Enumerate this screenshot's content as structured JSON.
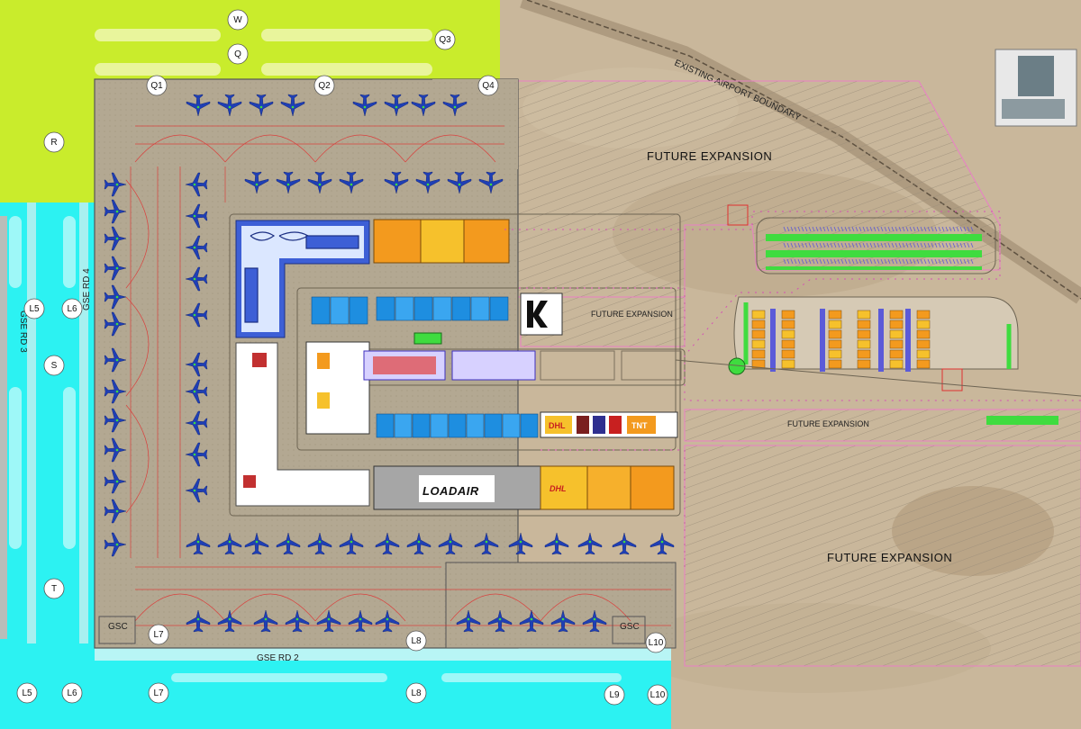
{
  "colors": {
    "desert": "#c9b79b",
    "green_apron": "#c9ec2c",
    "cyan_taxiway": "#2cf2f2",
    "apron_pavement": "#b6aa95",
    "aircraft": "#1f3fb5",
    "stand_line": "#e03030",
    "warehouse_orange": "#f39a1e",
    "warehouse_yellow": "#f6c12c",
    "warehouse_blue": "#1e90e0",
    "parking_green": "#3fdc3f"
  },
  "labels": {
    "future_expansion_1": "FUTURE EXPANSION",
    "future_expansion_2": "FUTURE EXPANSION",
    "future_expansion_3": "FUTURE EXPANSION",
    "future_expansion_4": "FUTURE EXPANSION",
    "airport_boundary": "EXISTING AIRPORT BOUNDARY",
    "gse_rd_2": "GSE RD 2",
    "gse_rd_3": "GSE RD 3",
    "gse_rd_4": "GSE RD 4",
    "gsc_left": "GSC",
    "gsc_right": "GSC",
    "loadair": "LOADAIR",
    "dhl_1": "DHL",
    "dhl_2": "DHL",
    "tnt": "TNT"
  },
  "taxiway_markers": {
    "W": "W",
    "Q": "Q",
    "Q1": "Q1",
    "Q2": "Q2",
    "Q3": "Q3",
    "Q4": "Q4",
    "R": "R",
    "L5": "L5",
    "L6": "L6",
    "S": "S",
    "T": "T",
    "L7": "L7",
    "L8": "L8",
    "L10": "L10",
    "L5b": "L5",
    "L6b": "L6",
    "L7b": "L7",
    "L8b": "L8",
    "L9b": "L9",
    "L10b": "L10"
  }
}
